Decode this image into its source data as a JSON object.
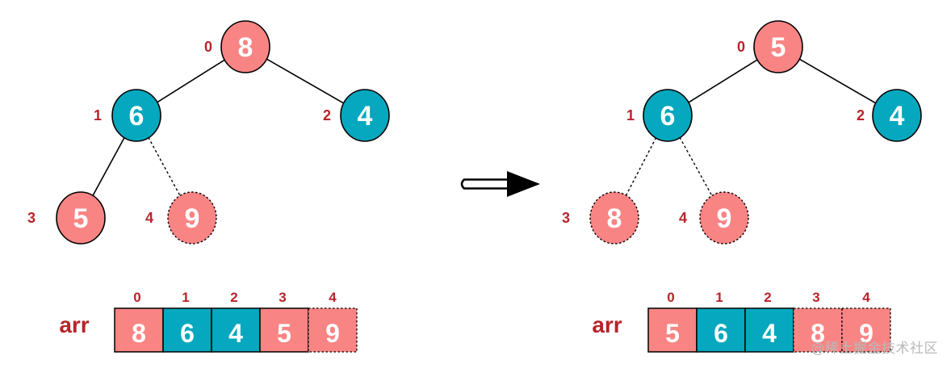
{
  "colors": {
    "pink": "#F98484",
    "teal": "#05A8BE",
    "index_red": "#B8242A",
    "stroke": "#000000"
  },
  "arrow_icon": "right-arrow-icon",
  "left": {
    "nodes": [
      {
        "index": "0",
        "value": "8",
        "color": "pink",
        "dashed": false
      },
      {
        "index": "1",
        "value": "6",
        "color": "teal",
        "dashed": false
      },
      {
        "index": "2",
        "value": "4",
        "color": "teal",
        "dashed": false
      },
      {
        "index": "3",
        "value": "5",
        "color": "pink",
        "dashed": false
      },
      {
        "index": "4",
        "value": "9",
        "color": "pink",
        "dashed": true
      }
    ],
    "edges": [
      {
        "from": 0,
        "to": 1,
        "dashed": false
      },
      {
        "from": 0,
        "to": 2,
        "dashed": false
      },
      {
        "from": 1,
        "to": 3,
        "dashed": false
      },
      {
        "from": 1,
        "to": 4,
        "dashed": true
      }
    ],
    "array": {
      "label": "arr",
      "cells": [
        {
          "index": "0",
          "value": "8",
          "color": "pink",
          "dashed": false
        },
        {
          "index": "1",
          "value": "6",
          "color": "teal",
          "dashed": false
        },
        {
          "index": "2",
          "value": "4",
          "color": "teal",
          "dashed": false
        },
        {
          "index": "3",
          "value": "5",
          "color": "pink",
          "dashed": false
        },
        {
          "index": "4",
          "value": "9",
          "color": "pink",
          "dashed": true
        }
      ]
    }
  },
  "right": {
    "nodes": [
      {
        "index": "0",
        "value": "5",
        "color": "pink",
        "dashed": false
      },
      {
        "index": "1",
        "value": "6",
        "color": "teal",
        "dashed": false
      },
      {
        "index": "2",
        "value": "4",
        "color": "teal",
        "dashed": false
      },
      {
        "index": "3",
        "value": "8",
        "color": "pink",
        "dashed": true
      },
      {
        "index": "4",
        "value": "9",
        "color": "pink",
        "dashed": true
      }
    ],
    "edges": [
      {
        "from": 0,
        "to": 1,
        "dashed": false
      },
      {
        "from": 0,
        "to": 2,
        "dashed": false
      },
      {
        "from": 1,
        "to": 3,
        "dashed": true
      },
      {
        "from": 1,
        "to": 4,
        "dashed": true
      }
    ],
    "array": {
      "label": "arr",
      "cells": [
        {
          "index": "0",
          "value": "5",
          "color": "pink",
          "dashed": false
        },
        {
          "index": "1",
          "value": "6",
          "color": "teal",
          "dashed": false
        },
        {
          "index": "2",
          "value": "4",
          "color": "teal",
          "dashed": false
        },
        {
          "index": "3",
          "value": "8",
          "color": "pink",
          "dashed": true
        },
        {
          "index": "4",
          "value": "9",
          "color": "pink",
          "dashed": true
        }
      ]
    }
  },
  "watermark": "@稀土掘金技术社区"
}
